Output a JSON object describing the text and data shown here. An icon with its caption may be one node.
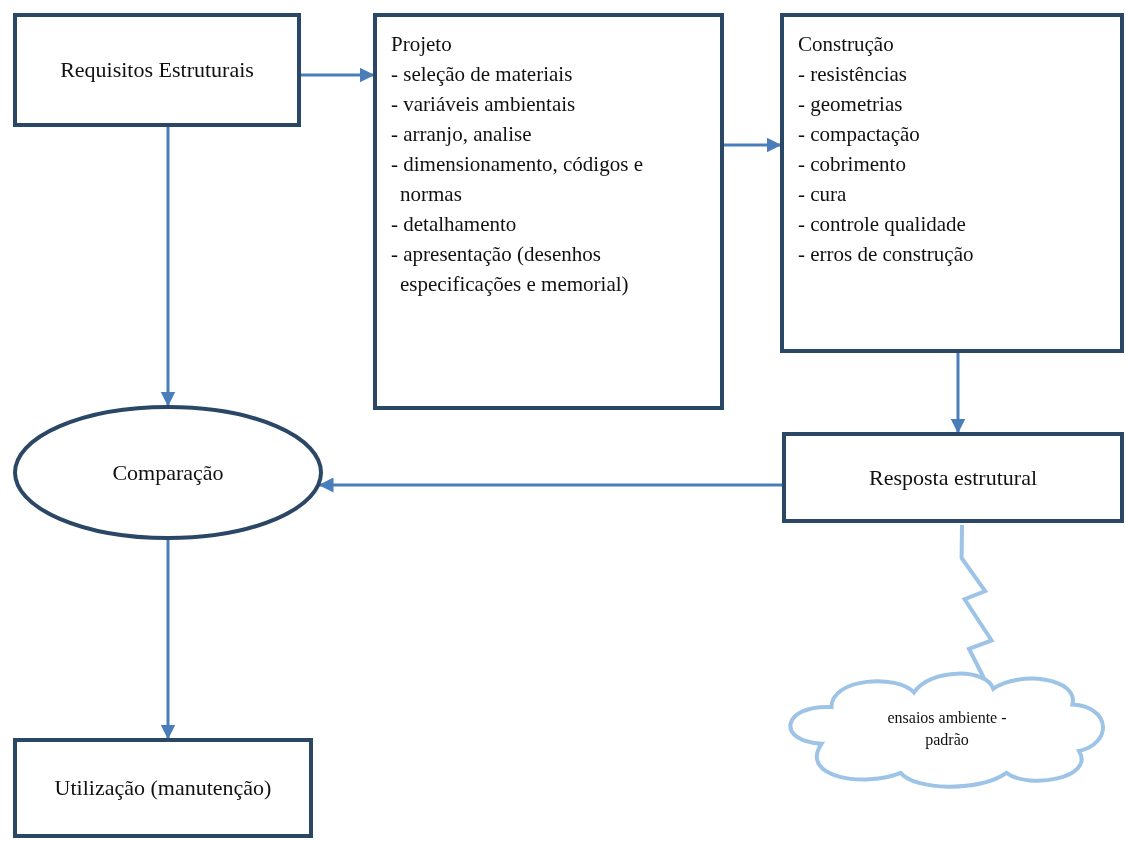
{
  "diagram": {
    "nodes": [
      {
        "text": [
          "Requisitos Estruturais"
        ]
      },
      {
        "text": [
          "Projeto",
          "- seleção de materiais",
          "- variáveis ambientais",
          "- arranjo, analise",
          "- dimensionamento, códigos e normas",
          "- detalhamento",
          "- apresentação (desenhos especificações e memorial)"
        ]
      },
      {
        "text": [
          "Construção",
          "- resistências",
          "- geometrias",
          "- compactação",
          "- cobrimento",
          "- cura",
          "- controle qualidade",
          "- erros de construção"
        ]
      },
      {
        "text": [
          "Comparação"
        ]
      },
      {
        "text": [
          "Resposta estrutural"
        ]
      },
      {
        "text": [
          "Utilização (manutenção)"
        ]
      },
      {
        "text": [
          "ensaios ambiente - padrão"
        ]
      }
    ],
    "edges": [
      {
        "from": 0,
        "to": 1,
        "arrow": "to"
      },
      {
        "from": 1,
        "to": 2,
        "arrow": "to"
      },
      {
        "from": 0,
        "to": 3,
        "arrow": "to"
      },
      {
        "from": 2,
        "to": 4,
        "arrow": "to"
      },
      {
        "from": 4,
        "to": 3,
        "arrow": "to"
      },
      {
        "from": 3,
        "to": 5,
        "arrow": "to"
      },
      {
        "from": 6,
        "to": 4,
        "arrow": "none",
        "color": "#9dc3e6"
      }
    ]
  }
}
